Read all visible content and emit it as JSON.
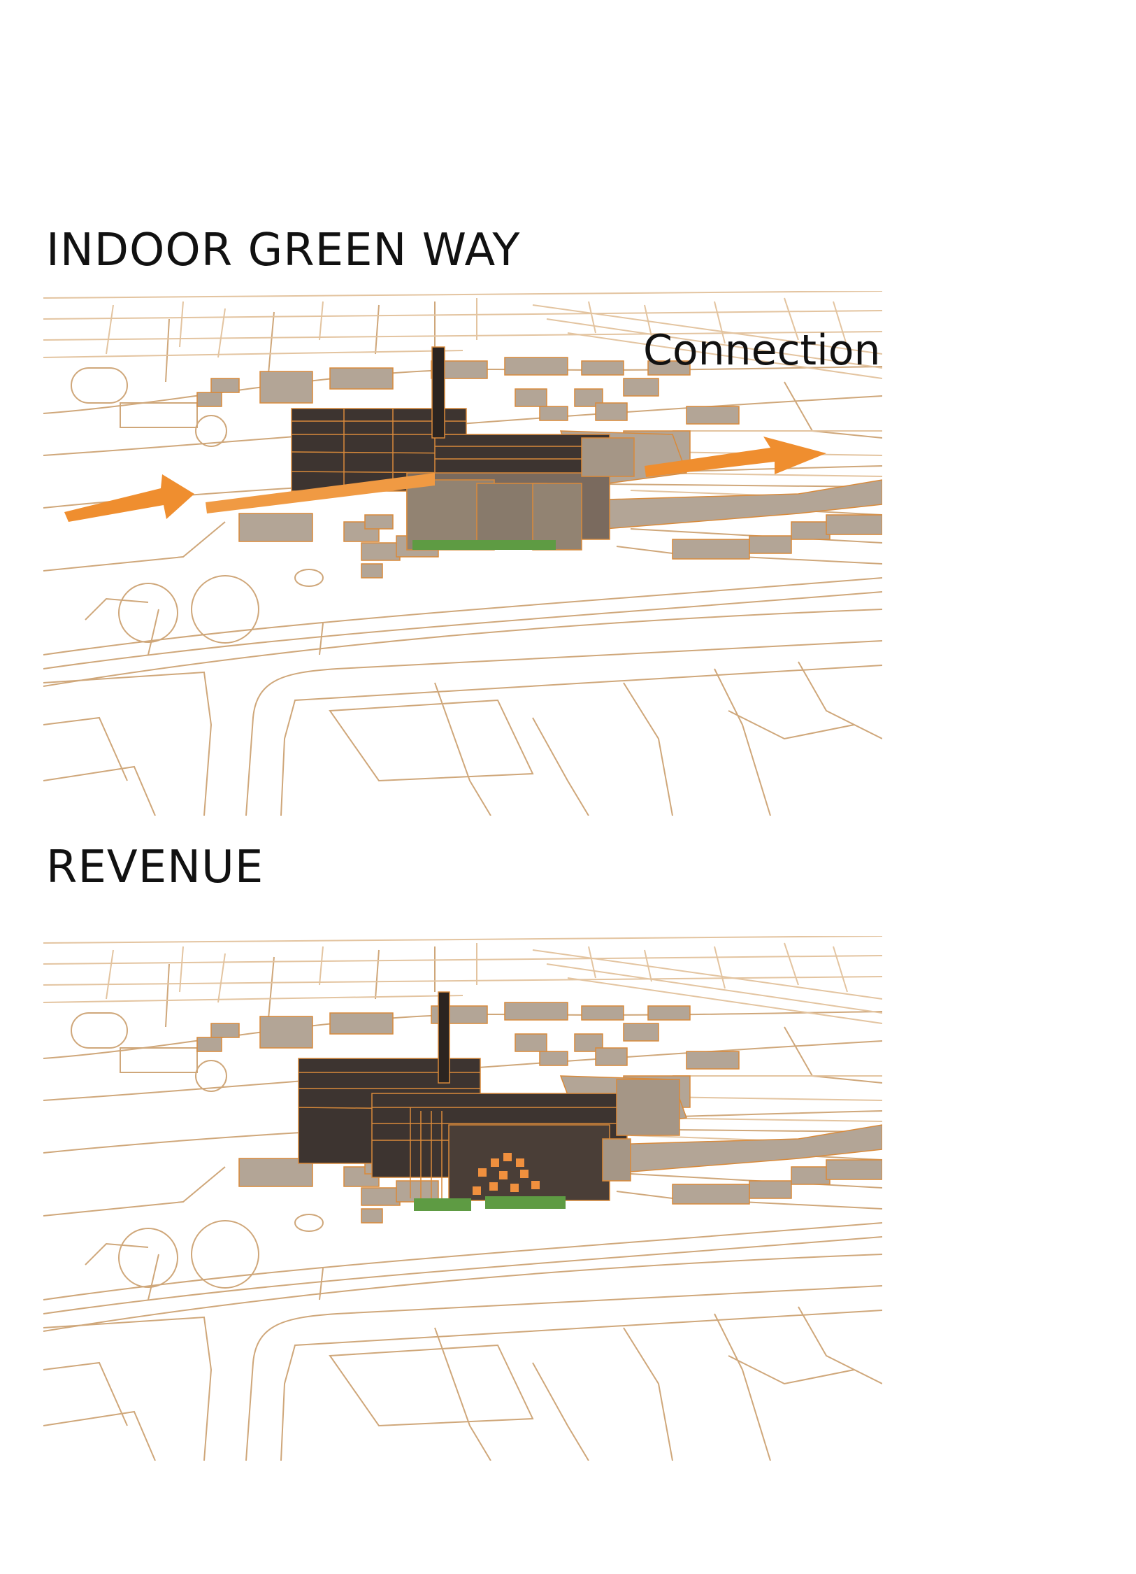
{
  "panels": [
    {
      "title": "INDOOR GREEN WAY",
      "annotation": "Connection"
    },
    {
      "title": "REVENUE",
      "annotation": ""
    }
  ],
  "colors": {
    "map_lines": "#cfa77a",
    "dense_map": "#e3c4a0",
    "existing_buildings": "#b3a596",
    "factory_dark": "#3d3430",
    "factory_edge": "#d98a3a",
    "arrow": "#ef8e2f",
    "green_strip": "#5e9b43",
    "revenue_squares": "#f0903e"
  },
  "icons": [
    "double-arrow-icon"
  ]
}
